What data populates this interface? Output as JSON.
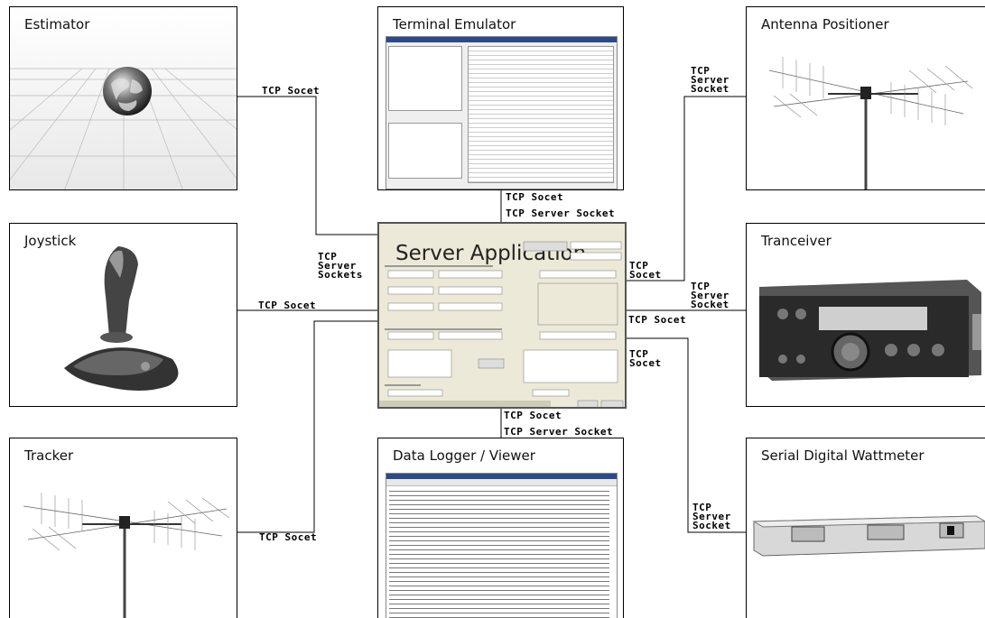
{
  "nodes": {
    "estimator": {
      "title": "Estimator"
    },
    "terminal": {
      "title": "Terminal Emulator"
    },
    "antenna": {
      "title": "Antenna Positioner"
    },
    "joystick": {
      "title": "Joystick"
    },
    "server": {
      "title": "Server Application"
    },
    "tranceiver": {
      "title": "Tranceiver"
    },
    "tracker": {
      "title": "Tracker"
    },
    "logger": {
      "title": "Data Logger / Viewer"
    },
    "wattmeter": {
      "title": "Serial Digital Wattmeter"
    }
  },
  "connections": {
    "estimator": "TCP Socet",
    "server_sockets_left": "TCP\nServer\nSockets",
    "joystick": "TCP Socet",
    "tracker": "TCP Socet",
    "terminal_socket": "TCP Socet",
    "terminal_server": "TCP Server Socket",
    "logger_socket": "TCP Socet",
    "logger_server": "TCP Server Socket",
    "antenna_server": "TCP\nServer\nSocket",
    "antenna_socket": "TCP\nSocet",
    "tranceiver_server": "TCP\nServer\nSocket",
    "tranceiver_socket": "TCP Socet",
    "wattmeter_socket": "TCP\nSocet",
    "wattmeter_server": "TCP\nServer\nSocket"
  }
}
